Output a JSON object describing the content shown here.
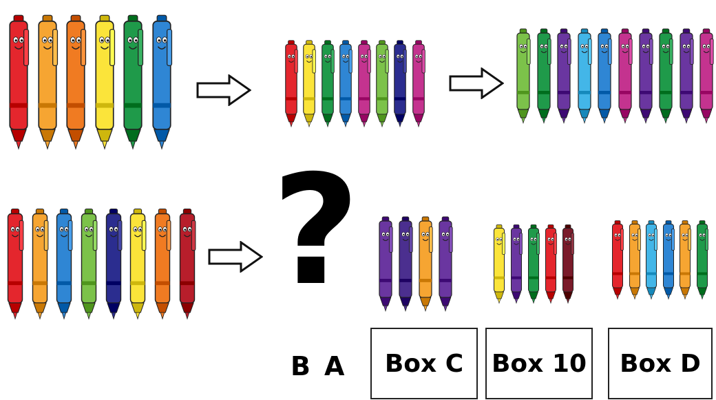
{
  "puzzle": {
    "question_mark": "?",
    "answer_letters": [
      "B",
      "A"
    ],
    "options": [
      {
        "label": "Box C",
        "pens": [
          "purple",
          "indigo",
          "orange",
          "purple"
        ]
      },
      {
        "label": "Box 10",
        "pens": [
          "yellow",
          "purple",
          "green",
          "red",
          "maroon"
        ]
      },
      {
        "label": "Box D",
        "pens": [
          "red",
          "orange",
          "sky",
          "blue",
          "orange",
          "green"
        ]
      }
    ],
    "sequence_row1": [
      {
        "name": "step-1",
        "pens": [
          "red",
          "orange",
          "orange2",
          "yellow",
          "green",
          "blue"
        ]
      },
      {
        "name": "step-2",
        "pens": [
          "red",
          "yellow",
          "green",
          "blue",
          "magenta",
          "lime",
          "navy",
          "magenta"
        ]
      },
      {
        "name": "step-3",
        "pens": [
          "lime",
          "green",
          "purple",
          "sky",
          "blue",
          "magenta",
          "purple",
          "green",
          "purple",
          "magenta"
        ]
      }
    ],
    "sequence_row2": [
      {
        "name": "step-1",
        "pens": [
          "red",
          "orange",
          "blue",
          "lime",
          "navy",
          "yellow",
          "orange2",
          "crimson"
        ]
      }
    ]
  },
  "colors": {
    "red": "#e4262d",
    "orange": "#f6a532",
    "orange2": "#f07b22",
    "yellow": "#fbe43a",
    "green": "#1f9a4a",
    "lime": "#7cc24a",
    "blue": "#2f86d4",
    "sky": "#43b6e8",
    "navy": "#2b2d8f",
    "purple": "#6a36a0",
    "indigo": "#4b2f8f",
    "magenta": "#c4338f",
    "maroon": "#7a1b2a",
    "crimson": "#b81e2b"
  },
  "icons": {
    "arrow": "outline-right-arrow-icon",
    "pen": "smiling-pen-icon"
  }
}
